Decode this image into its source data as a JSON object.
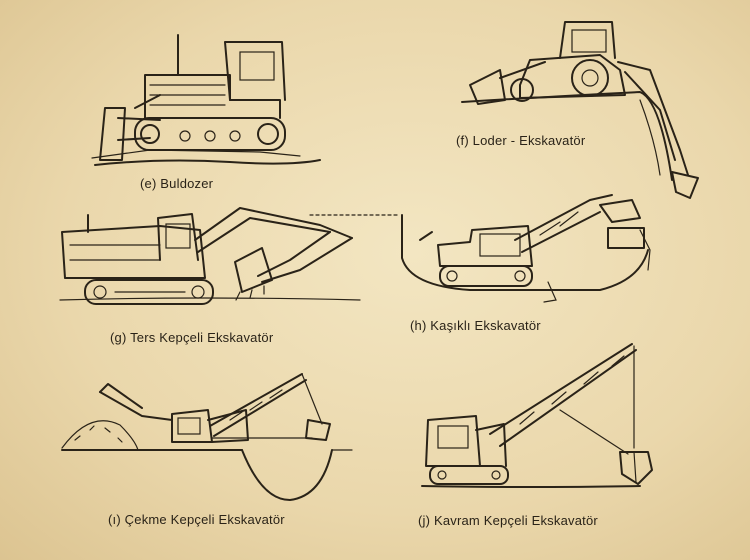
{
  "captions": {
    "e": "(e) Buldozer",
    "f": "(f) Loder - Ekskavatör",
    "g": "(g) Ters Kepçeli Ekskavatör",
    "h": "(h) Kaşıklı Ekskavatör",
    "i": "(ı) Çekme Kepçeli Ekskavatör",
    "j": "(j) Kavram Kepçeli Ekskavatör"
  },
  "colors": {
    "paper": "#ecdcb4",
    "ink": "#2a2318"
  }
}
